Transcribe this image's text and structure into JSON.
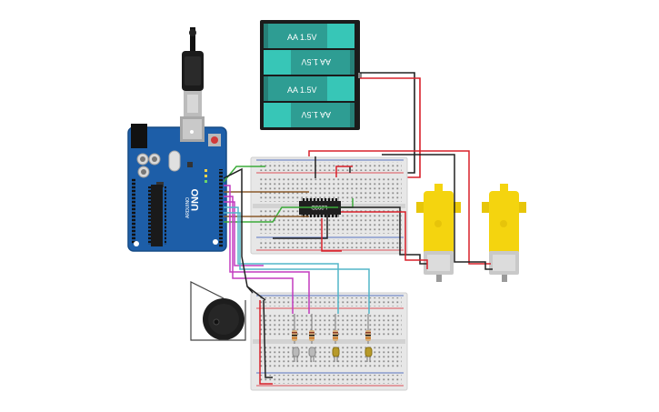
{
  "battery_pack": {
    "cells": [
      {
        "label": "AA 1.5V"
      },
      {
        "label": "AA 1.5V"
      },
      {
        "label": "AA 1.5V"
      },
      {
        "label": "AA 1.5V"
      }
    ]
  },
  "arduino": {
    "board_label": "UNO",
    "brand_label": "ARDUINO"
  },
  "motor_driver": {
    "label": "L293D"
  },
  "colors": {
    "board_blue": "#1d5ea8",
    "battery_cell": "#2e9d93",
    "battery_cap": "#37c6b7",
    "wire_red": "#d8202a",
    "wire_black": "#222222",
    "wire_green": "#3cab3a",
    "wire_magenta": "#c33cbf",
    "wire_brown": "#8a5a2b",
    "wire_cyan": "#52b6c8",
    "motor_yellow": "#f4d40f"
  }
}
